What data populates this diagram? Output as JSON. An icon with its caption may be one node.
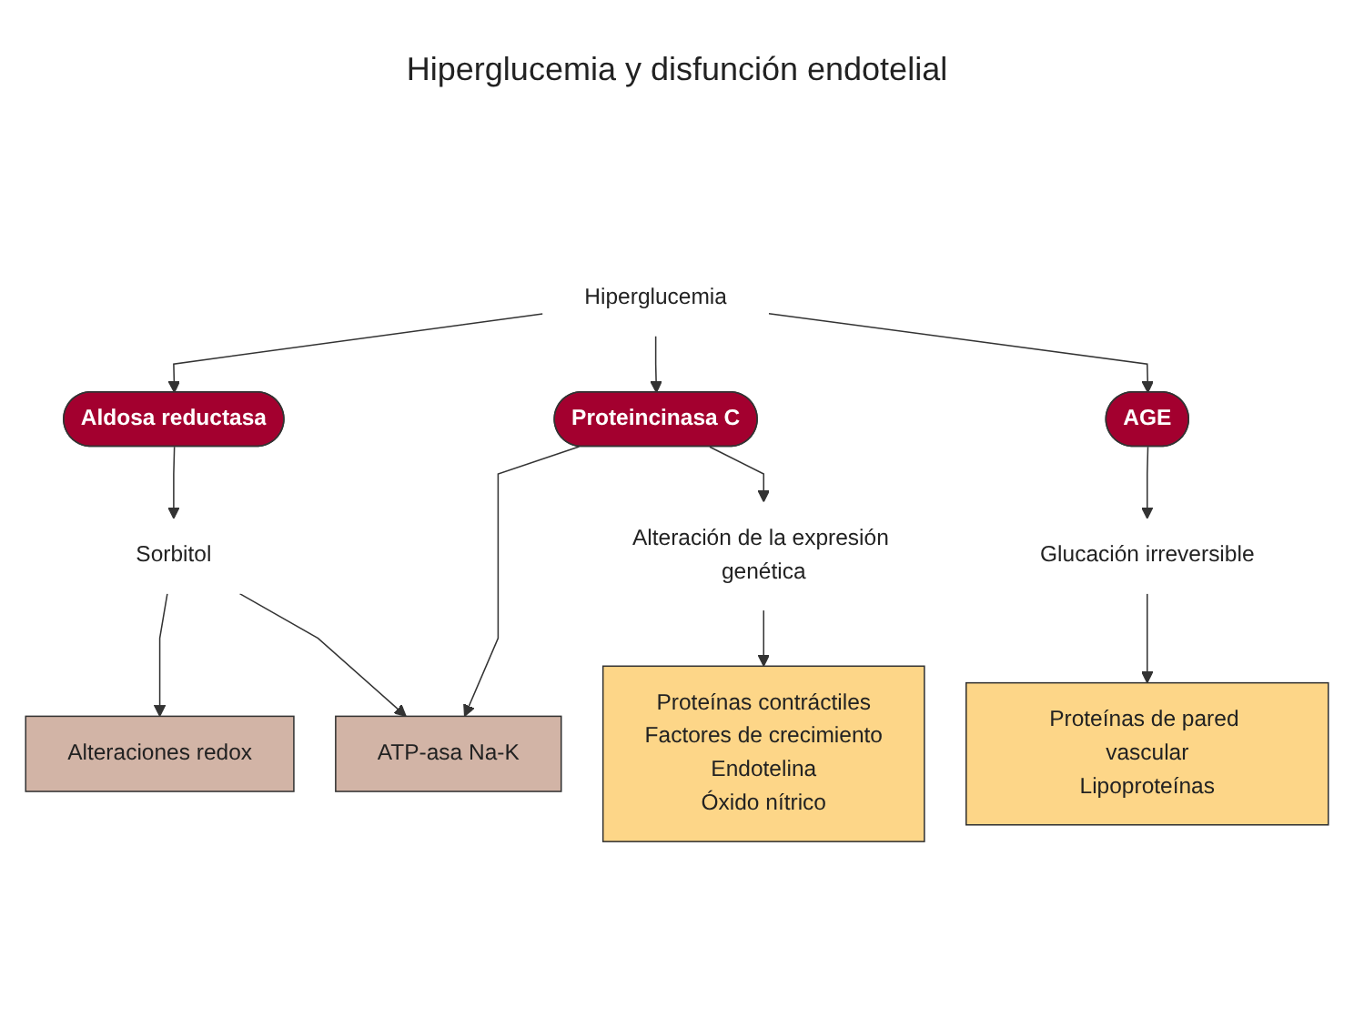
{
  "diagram": {
    "title": "Hiperglucemia y disfunción endotelial",
    "nodes": [
      {
        "text": [
          "Hiperglucemia"
        ]
      },
      {
        "text": [
          "Aldosa reductasa"
        ]
      },
      {
        "text": [
          "Proteincinasa C"
        ]
      },
      {
        "text": [
          "AGE"
        ]
      },
      {
        "text": [
          "Sorbitol"
        ]
      },
      {
        "text": [
          "Alteración de la expresión genética"
        ]
      },
      {
        "text": [
          "Glucación irreversible"
        ]
      },
      {
        "text": [
          "Alteraciones redox"
        ]
      },
      {
        "text": [
          "ATP-asa Na-K"
        ]
      },
      {
        "text": [
          "Proteínas contráctiles",
          "Factores de crecimiento",
          "Endotelina",
          "Óxido nítrico"
        ]
      },
      {
        "text": [
          "Proteínas de pared vascular",
          "Lipoproteínas"
        ]
      }
    ],
    "edges": [
      {
        "from": 0,
        "to": 1,
        "arrow": "to"
      },
      {
        "from": 0,
        "to": 2,
        "arrow": "to"
      },
      {
        "from": 0,
        "to": 3,
        "arrow": "to"
      },
      {
        "from": 1,
        "to": 4,
        "arrow": "to"
      },
      {
        "from": 2,
        "to": 8,
        "arrow": "to"
      },
      {
        "from": 2,
        "to": 5,
        "arrow": "to"
      },
      {
        "from": 3,
        "to": 6,
        "arrow": "to"
      },
      {
        "from": 4,
        "to": 7,
        "arrow": "to"
      },
      {
        "from": 4,
        "to": 8,
        "arrow": "to"
      },
      {
        "from": 5,
        "to": 9,
        "arrow": "to"
      },
      {
        "from": 6,
        "to": 10,
        "arrow": "to"
      }
    ]
  }
}
